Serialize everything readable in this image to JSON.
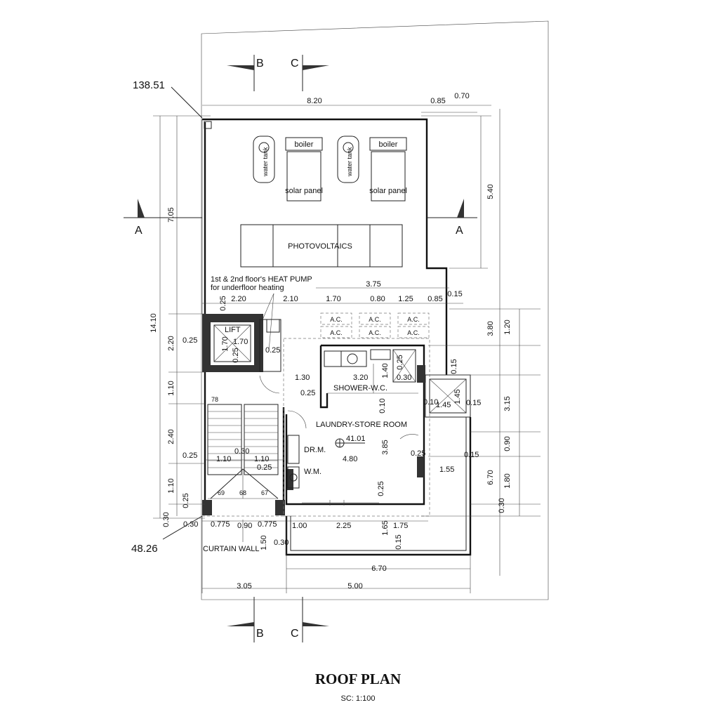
{
  "title": "ROOF PLAN",
  "scale": "SC:  1:100",
  "levels": {
    "top": "138.51",
    "bottom": "48.26",
    "room_level": "41.01"
  },
  "section_markers": {
    "a": "A",
    "b": "B",
    "c": "C"
  },
  "rooms": {
    "lift": "LIFT",
    "shower_wc": "SHOWER-W.C.",
    "laundry": "LAUNDRY-STORE ROOM",
    "dr_m": "DR.M.",
    "w_m": "W.M.",
    "curtain_wall": "CURTAIN WALL"
  },
  "equipment": {
    "water_tank": "water tank",
    "boiler": "boiler",
    "solar_panel": "solar panel",
    "photovoltaics": "PHOTOVOLTAICS",
    "ac": "A.C.",
    "heat_pump_line1": "1st & 2nd floor's HEAT PUMP",
    "heat_pump_line2": "for underfloor heating"
  },
  "stair_numbers": [
    "78",
    "69",
    "68",
    "67"
  ],
  "dimensions": {
    "top_8_20": "8.20",
    "top_0_85": "0.85",
    "top_0_70": "0.70",
    "left_14_10": "14.10",
    "left_7_05": "7.05",
    "right_5_40": "5.40",
    "r_3_75": "3.75",
    "r_1_70": "1.70",
    "r_0_80": "0.80",
    "r_1_25": "1.25",
    "r_0_85": "0.85",
    "r_0_15a": "0.15",
    "m_2_20": "2.20",
    "m_2_10": "2.10",
    "m_0_25a": "0.25",
    "lift_1_70a": "1.70",
    "lift_1_70b": "1.70",
    "lift_0_25": "0.25",
    "lift_0_25b": "0.25",
    "l_0_25a": "0.25",
    "l_2_20": "2.20",
    "l_1_10a": "1.10",
    "l_2_40": "2.40",
    "l_0_25b": "0.25",
    "l_1_10b": "1.10",
    "l_0_25c": "0.25",
    "l_0_30": "0.30",
    "c_1_30": "1.30",
    "c_0_25": "0.25",
    "c_3_20": "3.20",
    "c_1_40": "1.40",
    "c_0_25b": "0.25",
    "c_0_30": "0.30",
    "c_0_10": "0.10",
    "c_3_85": "3.85",
    "c_4_80": "4.80",
    "c_0_25c": "0.25",
    "c_0_25d": "0.25",
    "st_0_30": "0.30",
    "st_1_10a": "1.10",
    "st_1_10b": "1.10",
    "st_0_25": "0.25",
    "e_1_45a": "1.45",
    "e_1_45b": "1.45",
    "e_0_10": "0.10",
    "e_0_15a": "0.15",
    "e_0_15b": "0.15",
    "e_0_15c": "0.15",
    "e_1_55": "1.55",
    "rr_3_80": "3.80",
    "rr_1_20": "1.20",
    "rr_3_15": "3.15",
    "rr_0_90": "0.90",
    "rr_6_70": "6.70",
    "rr_1_80": "1.80",
    "rr_0_30": "0.30",
    "b_0_30": "0.30",
    "b_0_775a": "0.775",
    "b_0_90": "0.90",
    "b_0_775b": "0.775",
    "b_1_00": "1.00",
    "b_2_25": "2.25",
    "b_1_65": "1.65",
    "b_1_75": "1.75",
    "b_1_50": "1.50",
    "b_0_30b": "0.30",
    "b_0_15": "0.15",
    "b_6_70": "6.70",
    "b_3_05": "3.05",
    "b_5_00": "5.00"
  }
}
